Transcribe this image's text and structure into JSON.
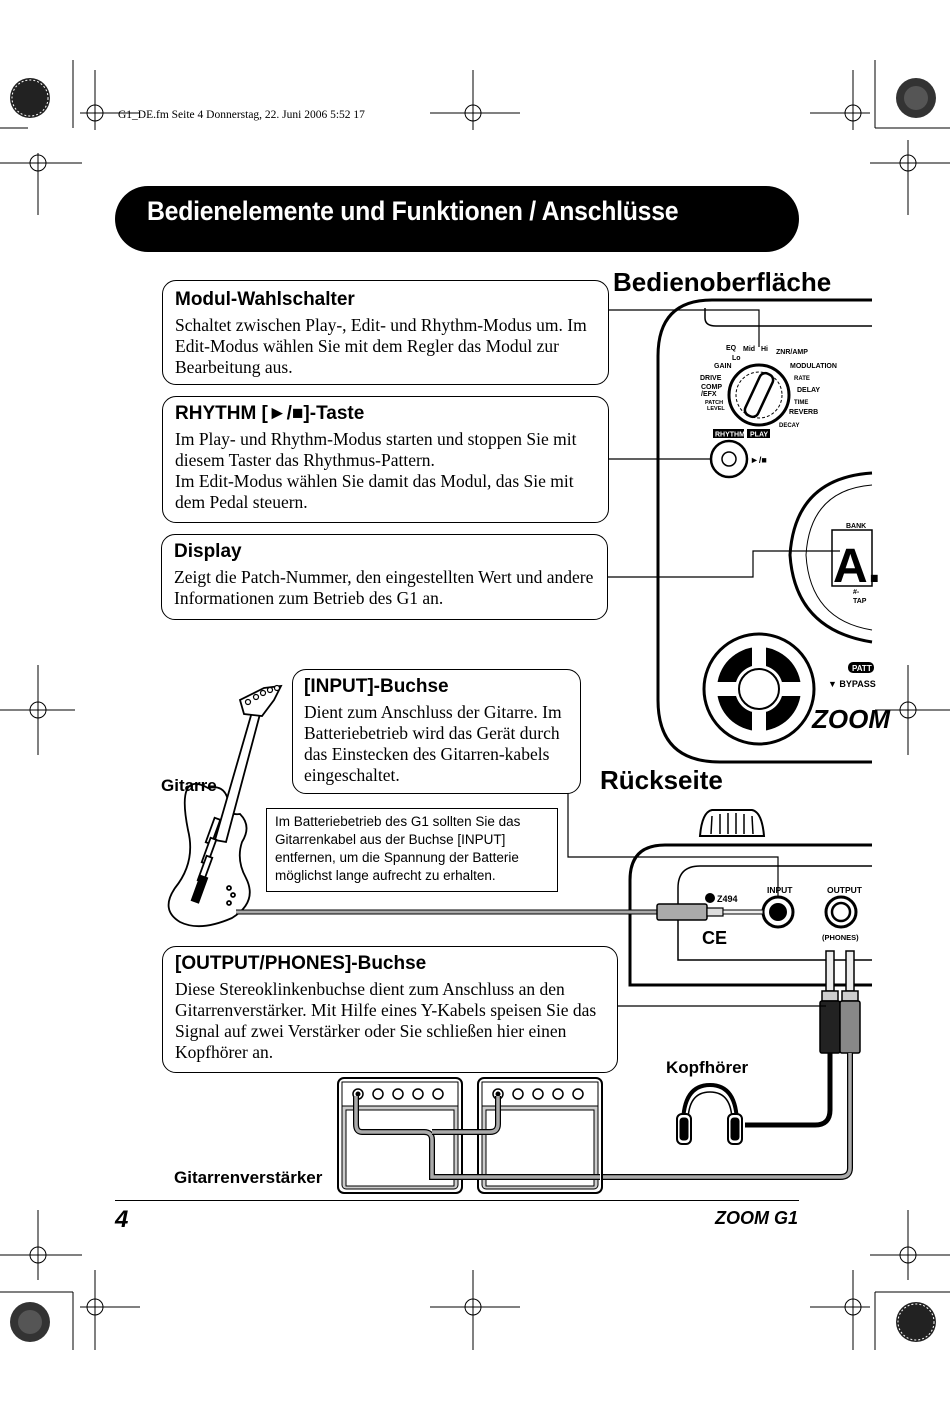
{
  "print_header": "G1_DE.fm  Seite 4  Donnerstag, 22. Juni 2006  5:52 17",
  "page_title": "Bedienelemente und Funktionen / Anschlüsse",
  "sections": {
    "top_panel": "Bedienoberfläche",
    "rear_panel": "Rückseite"
  },
  "boxes": {
    "mode_selector": {
      "title": "Modul-Wahlschalter",
      "text": "Schaltet zwischen Play-, Edit- und Rhythm-Modus um. Im Edit-Modus wählen Sie mit dem Regler das Modul zur Bearbeitung aus."
    },
    "rhythm_key": {
      "title": "RHYTHM [►/■]-Taste",
      "text_lines": [
        "Im Play- und Rhythm-Modus starten und stoppen Sie mit diesem Taster das Rhythmus-Pattern.",
        "Im Edit-Modus wählen Sie damit das Modul, das Sie mit dem Pedal steuern."
      ]
    },
    "display": {
      "title": "Display",
      "text": "Zeigt die Patch-Nummer, den eingestellten Wert und andere Informationen zum Betrieb des G1 an."
    },
    "input_jack": {
      "title": "[INPUT]-Buchse",
      "text": "Dient zum Anschluss der Gitarre. Im Batteriebetrieb wird das Gerät durch das Einstecken des Gitarren-kabels eingeschaltet."
    },
    "output_jack": {
      "title": "[OUTPUT/PHONES]-Buchse",
      "text": "Diese Stereoklinkenbuchse dient zum Anschluss an den Gitarrenverstärker. Mit Hilfe eines Y-Kabels speisen Sie das Signal auf zwei Verstärker oder Sie schließen hier einen Kopfhörer an."
    }
  },
  "note": "Im Batteriebetrieb des G1 sollten Sie das Gitarrenkabel aus der Buchse [INPUT] entfernen, um die Spannung der Batterie möglichst lange aufrecht zu erhalten.",
  "labels": {
    "guitar": "Gitarre",
    "headphones": "Kopfhörer",
    "amps": "Gitarrenverstärker"
  },
  "device_labels": {
    "eq": "EQ",
    "mid": "Mid",
    "hi": "Hi",
    "lo": "Lo",
    "gain": "GAIN",
    "drive": "DRIVE",
    "comp": "COMP",
    "efx": "/EFX",
    "patch": "PATCH",
    "level": "LEVEL",
    "znr": "ZNR/AMP",
    "modulation": "MODULATION",
    "rate": "RATE",
    "delay": "DELAY",
    "time": "TIME",
    "reverb": "REVERB",
    "decay": "DECAY",
    "rhythm": "RHYTHM",
    "play": "PLAY",
    "play_stop": "►/■",
    "bank": "BANK",
    "display_char": "A.",
    "tap": "TAP",
    "sharp": "#-",
    "patch_tab": "PATT",
    "bypass": "▼ BYPASS",
    "input": "INPUT",
    "output": "OUTPUT",
    "phones": "(PHONES)",
    "z494": "Z494",
    "ce": "CE",
    "zoom_logo": "ZOOM"
  },
  "footer": {
    "page_number": "4",
    "product": "ZOOM G1"
  }
}
